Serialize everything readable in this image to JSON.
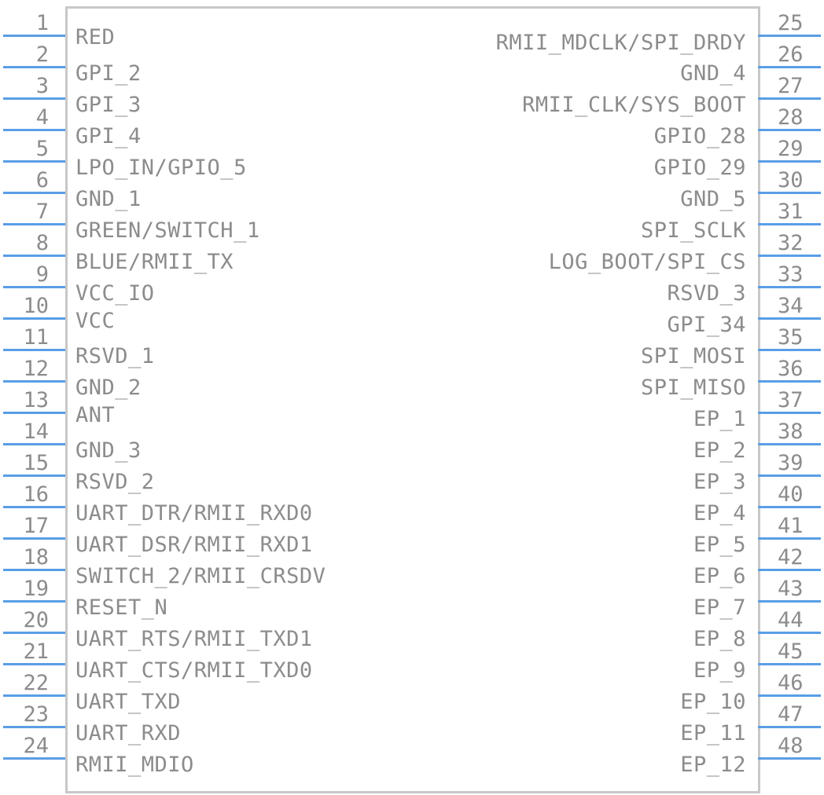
{
  "colors": {
    "pin_line": "#5a9ee6",
    "body_border": "#c8c8c8",
    "text": "#8c8c8c"
  },
  "left_pins": [
    {
      "num": "1",
      "label": "RED"
    },
    {
      "num": "2",
      "label": "GPI_2"
    },
    {
      "num": "3",
      "label": "GPI_3"
    },
    {
      "num": "4",
      "label": "GPI_4"
    },
    {
      "num": "5",
      "label": "LPO_IN/GPIO_5"
    },
    {
      "num": "6",
      "label": "GND_1"
    },
    {
      "num": "7",
      "label": "GREEN/SWITCH_1"
    },
    {
      "num": "8",
      "label": "BLUE/RMII_TX"
    },
    {
      "num": "9",
      "label": "VCC_IO"
    },
    {
      "num": "10",
      "label": "VCC"
    },
    {
      "num": "11",
      "label": "RSVD_1"
    },
    {
      "num": "12",
      "label": "GND_2"
    },
    {
      "num": "13",
      "label": "ANT"
    },
    {
      "num": "14",
      "label": "GND_3"
    },
    {
      "num": "15",
      "label": "RSVD_2"
    },
    {
      "num": "16",
      "label": "UART_DTR/RMII_RXD0"
    },
    {
      "num": "17",
      "label": "UART_DSR/RMII_RXD1"
    },
    {
      "num": "18",
      "label": "SWITCH_2/RMII_CRSDV"
    },
    {
      "num": "19",
      "label": "RESET_N"
    },
    {
      "num": "20",
      "label": "UART_RTS/RMII_TXD1"
    },
    {
      "num": "21",
      "label": "UART_CTS/RMII_TXD0"
    },
    {
      "num": "22",
      "label": "UART_TXD"
    },
    {
      "num": "23",
      "label": "UART_RXD"
    },
    {
      "num": "24",
      "label": "RMII_MDIO"
    }
  ],
  "right_pins": [
    {
      "num": "25",
      "label": "RMII_MDCLK/SPI_DRDY"
    },
    {
      "num": "26",
      "label": "GND_4"
    },
    {
      "num": "27",
      "label": "RMII_CLK/SYS_BOOT"
    },
    {
      "num": "28",
      "label": "GPIO_28"
    },
    {
      "num": "29",
      "label": "GPIO_29"
    },
    {
      "num": "30",
      "label": "GND_5"
    },
    {
      "num": "31",
      "label": "SPI_SCLK"
    },
    {
      "num": "32",
      "label": "LOG_BOOT/SPI_CS"
    },
    {
      "num": "33",
      "label": "RSVD_3"
    },
    {
      "num": "34",
      "label": "GPI_34"
    },
    {
      "num": "35",
      "label": "SPI_MOSI"
    },
    {
      "num": "36",
      "label": "SPI_MISO"
    },
    {
      "num": "37",
      "label": "EP_1"
    },
    {
      "num": "38",
      "label": "EP_2"
    },
    {
      "num": "39",
      "label": "EP_3"
    },
    {
      "num": "40",
      "label": "EP_4"
    },
    {
      "num": "41",
      "label": "EP_5"
    },
    {
      "num": "42",
      "label": "EP_6"
    },
    {
      "num": "43",
      "label": "EP_7"
    },
    {
      "num": "44",
      "label": "EP_8"
    },
    {
      "num": "45",
      "label": "EP_9"
    },
    {
      "num": "46",
      "label": "EP_10"
    },
    {
      "num": "47",
      "label": "EP_11"
    },
    {
      "num": "48",
      "label": "EP_12"
    }
  ]
}
